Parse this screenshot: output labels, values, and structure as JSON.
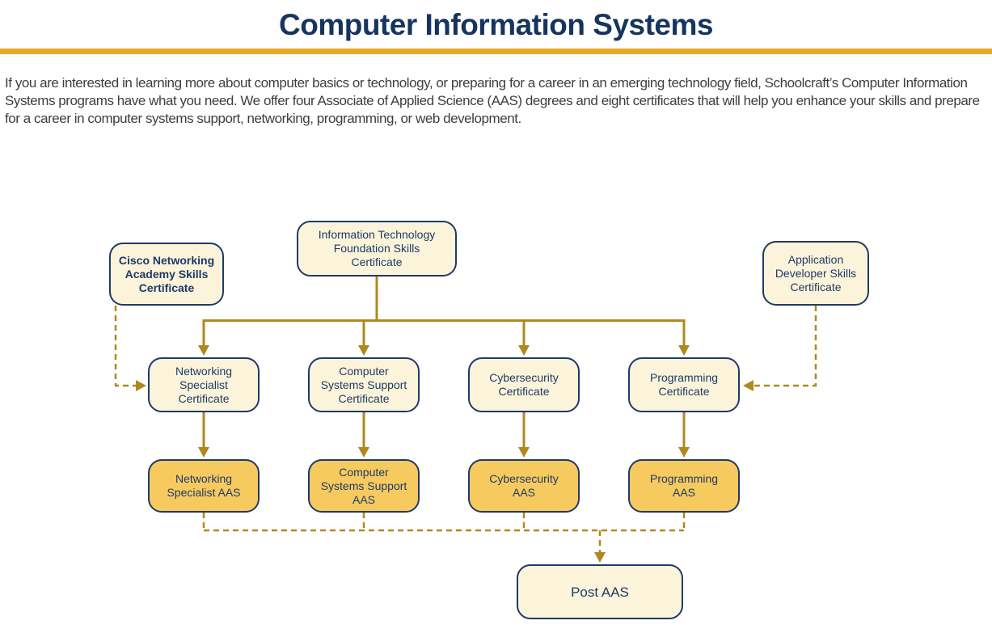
{
  "page": {
    "title": "Computer Information Systems",
    "intro": "If you are interested in learning more about computer basics or technology, or preparing for a career in an emerging technology field, Schoolcraft’s Computer Information Systems programs have what you need. We offer four Associate of Applied Science (AAS) degrees and eight certificates that will help you enhance your skills and prepare for a career in computer systems support, networking, programming, or web development."
  },
  "colors": {
    "title_navy": "#16355E",
    "node_border_navy": "#1E3A67",
    "node_text_navy": "#1E3A67",
    "gold_divider": "#E9A923",
    "connector_gold": "#AF891E",
    "cream_node_fill": "#FCF4DA",
    "gold_node_fill": "#F7CA5F",
    "body_text": "#3E3E3E"
  },
  "diagram": {
    "nodes": {
      "cisco": {
        "label": "Cisco Networking\nAcademy Skills\nCertificate"
      },
      "itf": {
        "label": "Information Technology\nFoundation Skills\nCertificate"
      },
      "appdev": {
        "label": "Application\nDeveloper Skills\nCertificate"
      },
      "net_cert": {
        "label": "Networking\nSpecialist\nCertificate"
      },
      "css_cert": {
        "label": "Computer\nSystems Support\nCertificate"
      },
      "cyber_cert": {
        "label": "Cybersecurity\nCertificate"
      },
      "prog_cert": {
        "label": "Programming\nCertificate"
      },
      "net_aas": {
        "label": "Networking\nSpecialist AAS"
      },
      "css_aas": {
        "label": "Computer\nSystems Support\nAAS"
      },
      "cyber_aas": {
        "label": "Cybersecurity\nAAS"
      },
      "prog_aas": {
        "label": "Programming\nAAS"
      },
      "post_aas": {
        "label": "Post AAS"
      }
    },
    "edges": [
      {
        "from": "Information Technology Foundation Skills Certificate",
        "to": "Networking Specialist Certificate",
        "style": "solid-arrow"
      },
      {
        "from": "Information Technology Foundation Skills Certificate",
        "to": "Computer Systems Support Certificate",
        "style": "solid-arrow"
      },
      {
        "from": "Information Technology Foundation Skills Certificate",
        "to": "Cybersecurity Certificate",
        "style": "solid-arrow"
      },
      {
        "from": "Information Technology Foundation Skills Certificate",
        "to": "Programming Certificate",
        "style": "solid-arrow"
      },
      {
        "from": "Cisco Networking Academy Skills Certificate",
        "to": "Networking Specialist Certificate",
        "style": "dashed-arrow"
      },
      {
        "from": "Application Developer Skills Certificate",
        "to": "Programming Certificate",
        "style": "dashed-arrow"
      },
      {
        "from": "Networking Specialist Certificate",
        "to": "Networking Specialist AAS",
        "style": "solid-arrow"
      },
      {
        "from": "Computer Systems Support Certificate",
        "to": "Computer Systems Support AAS",
        "style": "solid-arrow"
      },
      {
        "from": "Cybersecurity Certificate",
        "to": "Cybersecurity AAS",
        "style": "solid-arrow"
      },
      {
        "from": "Programming Certificate",
        "to": "Programming AAS",
        "style": "solid-arrow"
      },
      {
        "from": "Networking Specialist AAS",
        "to": "Post AAS",
        "style": "dashed-arrow"
      },
      {
        "from": "Computer Systems Support AAS",
        "to": "Post AAS",
        "style": "dashed-arrow"
      },
      {
        "from": "Cybersecurity AAS",
        "to": "Post AAS",
        "style": "dashed-arrow"
      },
      {
        "from": "Programming AAS",
        "to": "Post AAS",
        "style": "dashed-arrow"
      }
    ]
  }
}
